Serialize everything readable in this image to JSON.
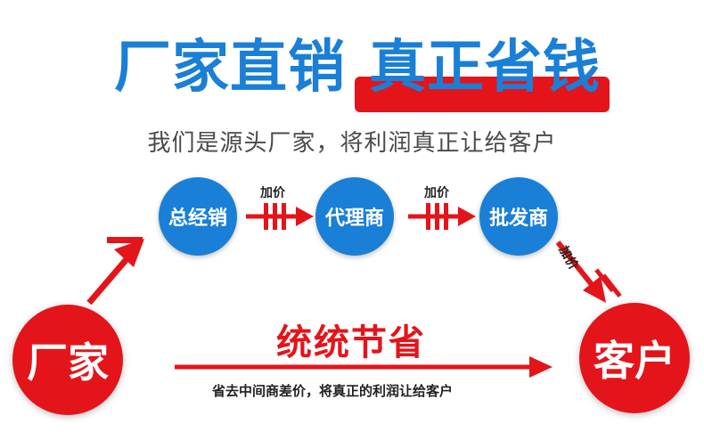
{
  "title": {
    "left": "厂家直销",
    "right": "真正省钱"
  },
  "subtitle": "我们是源头厂家，将利润真正让给客户",
  "nodes": {
    "factory": "厂家",
    "general_distributor": "总经销",
    "agent": "代理商",
    "wholesaler": "批发商",
    "customer": "客户"
  },
  "markup_labels": {
    "first": "加价",
    "second": "加价",
    "third": "加价"
  },
  "direct_path": {
    "label": "统统节省",
    "description": "省去中间商差价，将真正的利润让给客户"
  },
  "colors": {
    "blue": "#1a7fd6",
    "red": "#e4141b"
  }
}
